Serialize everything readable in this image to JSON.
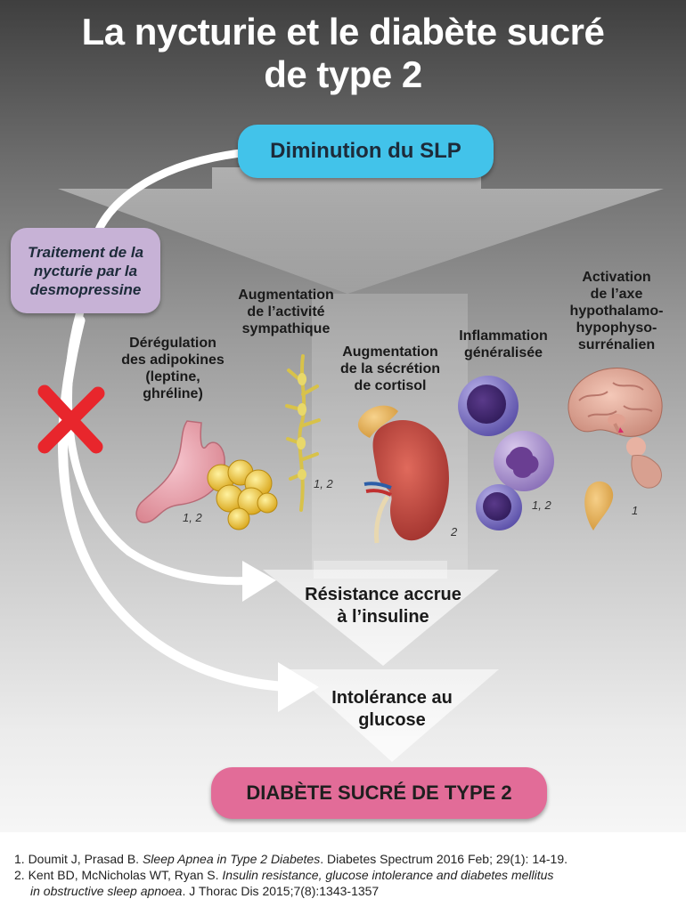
{
  "title": {
    "line1": "La nycturie et le diabète sucré",
    "line2": "de type 2"
  },
  "boxes": {
    "top": "Diminution du SLP",
    "treatment": "Traitement de la nycturie par la desmopressine",
    "bottom": "DIABÈTE SUCRÉ DE TYPE 2"
  },
  "mechanisms": [
    {
      "label": "Dérégulation\ndes adipokines\n(leptine,\nghréline)",
      "ref": "1, 2"
    },
    {
      "label": "Augmentation\nde l’activité\nsympathique",
      "ref": "1, 2"
    },
    {
      "label": "Augmentation\nde la sécrétion\nde cortisol",
      "ref": "2"
    },
    {
      "label": "Inflammation\ngénéralisée",
      "ref": "1, 2"
    },
    {
      "label": "Activation\nde l’axe\nhypothalamo-\nhypophyso-\nsurrénalien",
      "ref": "1"
    }
  ],
  "flow": {
    "step1": "Résistance accrue\nà l’insuline",
    "step2": "Intolérance au\nglucose"
  },
  "references": [
    {
      "prefix": "1. Doumit J, Prasad B. ",
      "title": "Sleep Apnea in Type 2 Diabetes",
      "suffix": ". Diabetes Spectrum 2016 Feb; 29(1): 14-19."
    },
    {
      "prefix": "2. Kent BD, McNicholas WT, Ryan S. ",
      "title": "Insulin resistance, glucose intolerance and diabetes mellitus",
      "title2": "in obstructive sleep apnoea",
      "suffix": ". J Thorac Dis 2015;7(8):1343-1357"
    }
  ],
  "icons": {
    "cross": "red-x-icon",
    "organs": [
      "stomach-icon",
      "fat-cells-icon",
      "nerve-icon",
      "kidney-icon",
      "blood-cells-icon",
      "brain-icon",
      "adrenal-gland-icon"
    ]
  },
  "colors": {
    "slp_box": "#42c3ea",
    "treatment_box": "#c7b2d6",
    "diabete_box": "#e26c98",
    "cross": "#e8262c"
  }
}
